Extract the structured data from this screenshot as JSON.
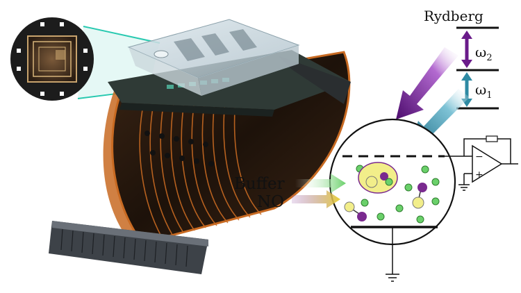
{
  "diagram": {
    "labels": {
      "rydberg": "Rydberg",
      "omega2_base": "ω",
      "omega2_sub": "2",
      "omega1_base": "ω",
      "omega1_sub": "1",
      "buffer": "Buffer",
      "no": "NO",
      "opamp_minus": "−",
      "opamp_plus": "+"
    },
    "colors": {
      "purple_beam": "#6a1b8a",
      "teal_beam": "#2e8aa3",
      "green_particle": "#6ad06a",
      "yellow_particle": "#f2ee8a",
      "purple_particle": "#7a2a8f",
      "flex_cable": "#2b1a10",
      "copper_trace": "#c86a22",
      "callout_line": "#28c9b0"
    }
  }
}
